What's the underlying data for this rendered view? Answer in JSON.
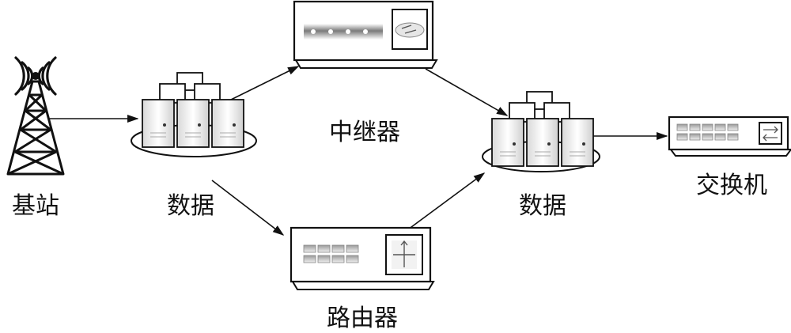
{
  "nodes": {
    "base_station": {
      "label": "基站",
      "icon": "cell-tower-icon"
    },
    "data_left": {
      "label": "数据",
      "icon": "server-cluster-icon"
    },
    "repeater": {
      "label": "中继器",
      "icon": "repeater-icon"
    },
    "router": {
      "label": "路由器",
      "icon": "router-icon"
    },
    "data_right": {
      "label": "数据",
      "icon": "server-cluster-icon"
    },
    "switch": {
      "label": "交换机",
      "icon": "switch-icon"
    }
  },
  "edges": [
    {
      "from": "基站",
      "to": "数据"
    },
    {
      "from": "数据",
      "to": "中继器"
    },
    {
      "from": "数据",
      "to": "路由器"
    },
    {
      "from": "中继器",
      "to": "数据"
    },
    {
      "from": "路由器",
      "to": "数据"
    },
    {
      "from": "数据",
      "to": "交换机"
    }
  ],
  "colors": {
    "line": "#111111",
    "panel_light": "#f4f4f4",
    "panel_dark": "#8a8a8a"
  }
}
